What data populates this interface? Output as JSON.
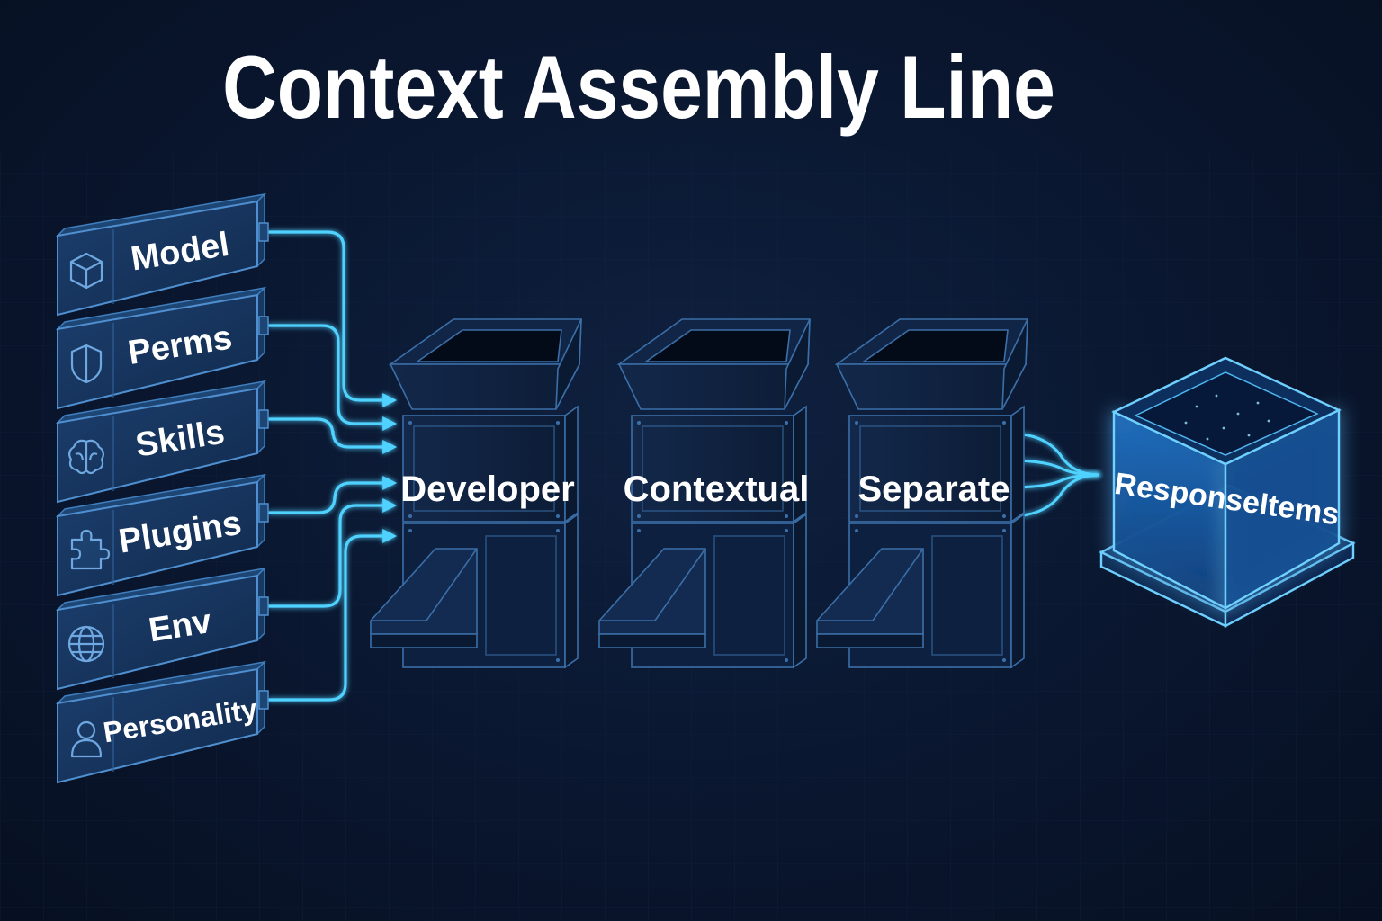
{
  "title": "Context Assembly Line",
  "inputs": [
    {
      "label": "Model",
      "icon": "cube-icon"
    },
    {
      "label": "Perms",
      "icon": "shield-icon"
    },
    {
      "label": "Skills",
      "icon": "brain-icon"
    },
    {
      "label": "Plugins",
      "icon": "puzzle-icon"
    },
    {
      "label": "Env",
      "icon": "globe-icon"
    },
    {
      "label": "Personality",
      "icon": "user-icon"
    }
  ],
  "stages": [
    {
      "label": "Developer"
    },
    {
      "label": "Contextual"
    },
    {
      "label": "Separate"
    }
  ],
  "output": {
    "label": "ResponseItems"
  },
  "colors": {
    "background": "#0a1730",
    "connector": "#4fd2ff",
    "panel_stroke": "#3f7fbf",
    "machine_fill": "#0d1e3a",
    "output_glow": "#2fa8ff"
  }
}
